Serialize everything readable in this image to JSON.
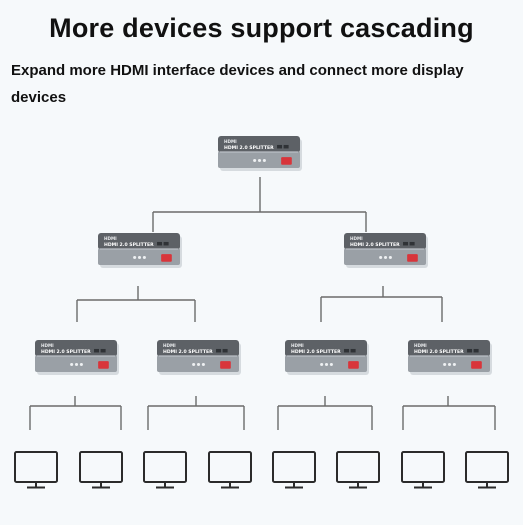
{
  "header": {
    "title": "More devices support cascading",
    "subtitle": "Expand more HDMI interface devices and connect more display devices"
  },
  "device": {
    "brand_label": "HDMI",
    "product_label": "HDMI 2.0 SPLITTER",
    "indicator": "● ● ●"
  },
  "colors": {
    "background": "#f6f9fb",
    "line": "#6b6b6b",
    "device_body": "#9aa0a6",
    "device_face": "#5d6166",
    "red_port": "#d8353b",
    "monitor": "#2b2b2b"
  },
  "icons": {
    "splitter": "hdmi-splitter-icon",
    "display": "monitor-icon"
  }
}
